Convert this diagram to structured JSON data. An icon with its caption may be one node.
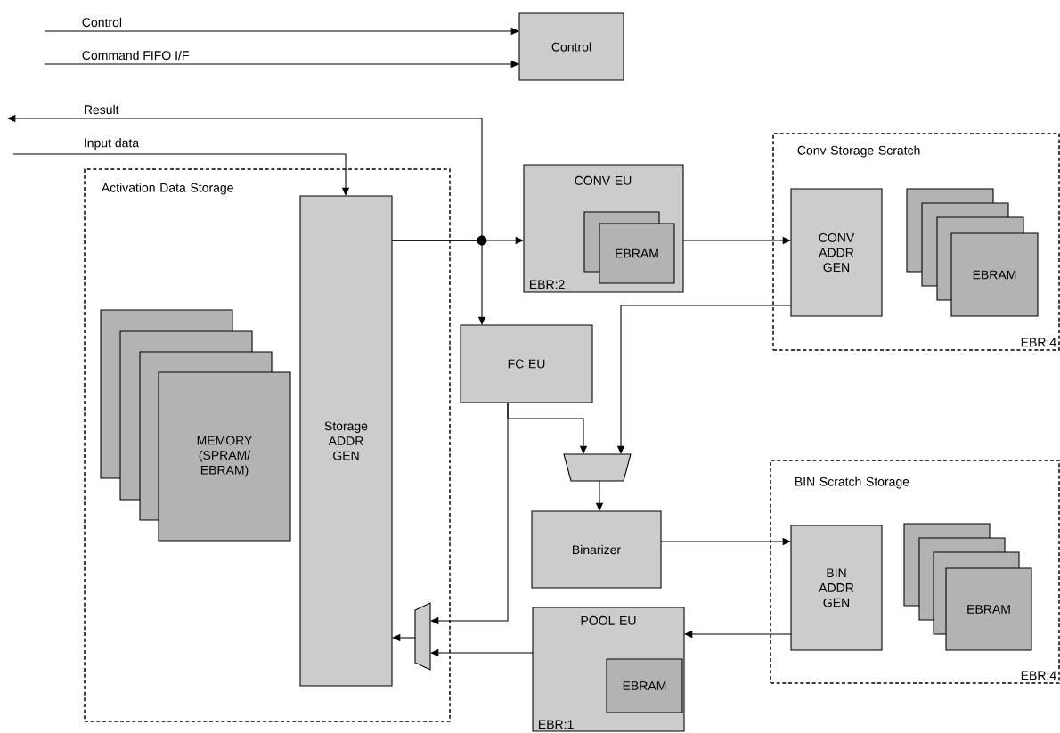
{
  "diagram": {
    "nodes": [
      {
        "text": [
          "Control"
        ]
      },
      {
        "text": [
          "Activation Data Storage"
        ]
      },
      {
        "text": [
          "Storage ADDR GEN"
        ],
        "in": 1
      },
      {
        "text": [
          "MEMORY (SPRAM/ EBRAM)"
        ],
        "in": 1
      },
      {
        "text": [],
        "shape": "trapezoid",
        "in": 1
      },
      {
        "text": [
          "CONV EU",
          "EBR:2"
        ]
      },
      {
        "text": [
          "EBRAM"
        ],
        "in": 5
      },
      {
        "text": [
          "FC EU"
        ]
      },
      {
        "text": [],
        "shape": "trapezoid"
      },
      {
        "text": [
          "Binarizer"
        ]
      },
      {
        "text": [
          "POOL EU",
          "EBR:1"
        ]
      },
      {
        "text": [
          "EBRAM"
        ],
        "in": 10
      },
      {
        "text": [
          "Conv Storage Scratch",
          "EBR:4"
        ]
      },
      {
        "text": [
          "CONV ADDR GEN"
        ],
        "in": 12
      },
      {
        "text": [
          "EBRAM"
        ],
        "in": 12
      },
      {
        "text": [
          "BIN Scratch Storage",
          "EBR:4"
        ]
      },
      {
        "text": [
          "BIN ADDR GEN"
        ],
        "in": 15
      },
      {
        "text": [
          "EBRAM"
        ],
        "in": 15
      }
    ],
    "edges": [
      {
        "from": null,
        "to": 0,
        "arrow": "to",
        "label": "Control"
      },
      {
        "from": null,
        "to": 0,
        "arrow": "to",
        "label": "Command FIFO I/F"
      },
      {
        "from": 2,
        "to": null,
        "arrow": "to",
        "label": "Result"
      },
      {
        "from": null,
        "to": 2,
        "arrow": "to",
        "label": "Input data"
      },
      {
        "from": 2,
        "to": 5,
        "arrow": "to"
      },
      {
        "from": 2,
        "to": 7,
        "arrow": "to"
      },
      {
        "from": 5,
        "to": 13,
        "arrow": "to"
      },
      {
        "from": 13,
        "to": 8,
        "arrow": "to"
      },
      {
        "from": 7,
        "to": 8,
        "arrow": "to"
      },
      {
        "from": 7,
        "to": 4,
        "arrow": "to"
      },
      {
        "from": 8,
        "to": 9,
        "arrow": "to"
      },
      {
        "from": 9,
        "to": 16,
        "arrow": "to"
      },
      {
        "from": 16,
        "to": 10,
        "arrow": "to"
      },
      {
        "from": 10,
        "to": 4,
        "arrow": "to"
      },
      {
        "from": 4,
        "to": 2,
        "arrow": "to"
      }
    ]
  }
}
